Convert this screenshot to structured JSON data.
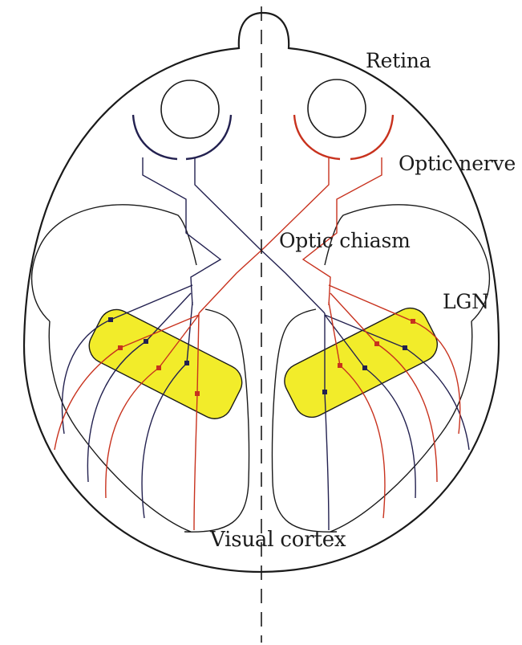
{
  "labels": {
    "retina": "Retina",
    "optic_nerve": "Optic nerve",
    "optic_chiasm": "Optic chiasm",
    "lgn": "LGN",
    "visual_cortex": "Visual cortex"
  },
  "colors": {
    "outline": "#1a1a1a",
    "left_eye_pathway": "#232150",
    "right_eye_pathway": "#c8321e",
    "lgn_fill": "#f2ec2a",
    "midline": "#1a1a1a"
  }
}
